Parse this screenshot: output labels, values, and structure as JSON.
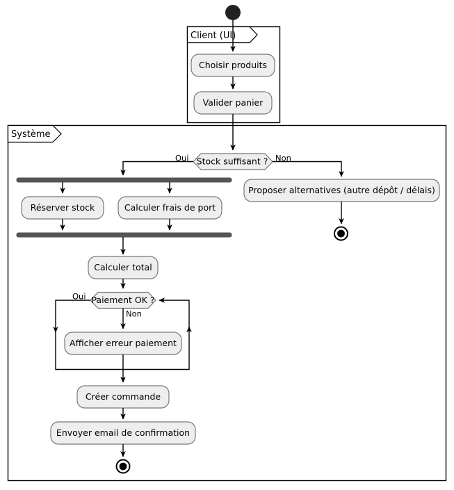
{
  "diagram": {
    "type": "uml-activity-diagram",
    "language": "fr",
    "partitions": [
      {
        "id": "client",
        "label": "Client (UI)"
      },
      {
        "id": "systeme",
        "label": "Système"
      }
    ],
    "nodes": {
      "start": {
        "kind": "initial-node"
      },
      "choisir_produits": {
        "kind": "action",
        "label": "Choisir produits"
      },
      "valider_panier": {
        "kind": "action",
        "label": "Valider panier"
      },
      "stock_decision": {
        "kind": "decision",
        "label": "Stock suffisant ?"
      },
      "fork_bar": {
        "kind": "fork"
      },
      "reserver_stock": {
        "kind": "action",
        "label": "Réserver stock"
      },
      "calculer_frais": {
        "kind": "action",
        "label": "Calculer frais de port"
      },
      "join_bar": {
        "kind": "join"
      },
      "proposer_alternatives": {
        "kind": "action",
        "label": "Proposer alternatives (autre dépôt / délais)"
      },
      "final_alternatives": {
        "kind": "final-node"
      },
      "calculer_total": {
        "kind": "action",
        "label": "Calculer total"
      },
      "paiement_decision": {
        "kind": "decision",
        "label": "Paiement OK ?"
      },
      "afficher_erreur": {
        "kind": "action",
        "label": "Afficher erreur paiement"
      },
      "creer_commande": {
        "kind": "action",
        "label": "Créer commande"
      },
      "envoyer_email": {
        "kind": "action",
        "label": "Envoyer email de confirmation"
      },
      "final_main": {
        "kind": "final-node"
      }
    },
    "guards": {
      "stock_oui": "Oui",
      "stock_non": "Non",
      "paiement_oui": "Oui",
      "paiement_non": "Non"
    },
    "colors": {
      "node_fill": "#eeeeee",
      "node_stroke": "#777777",
      "bar_fill": "#555555",
      "line": "#000000",
      "partition_stroke": "#000000",
      "background": "#ffffff"
    }
  }
}
